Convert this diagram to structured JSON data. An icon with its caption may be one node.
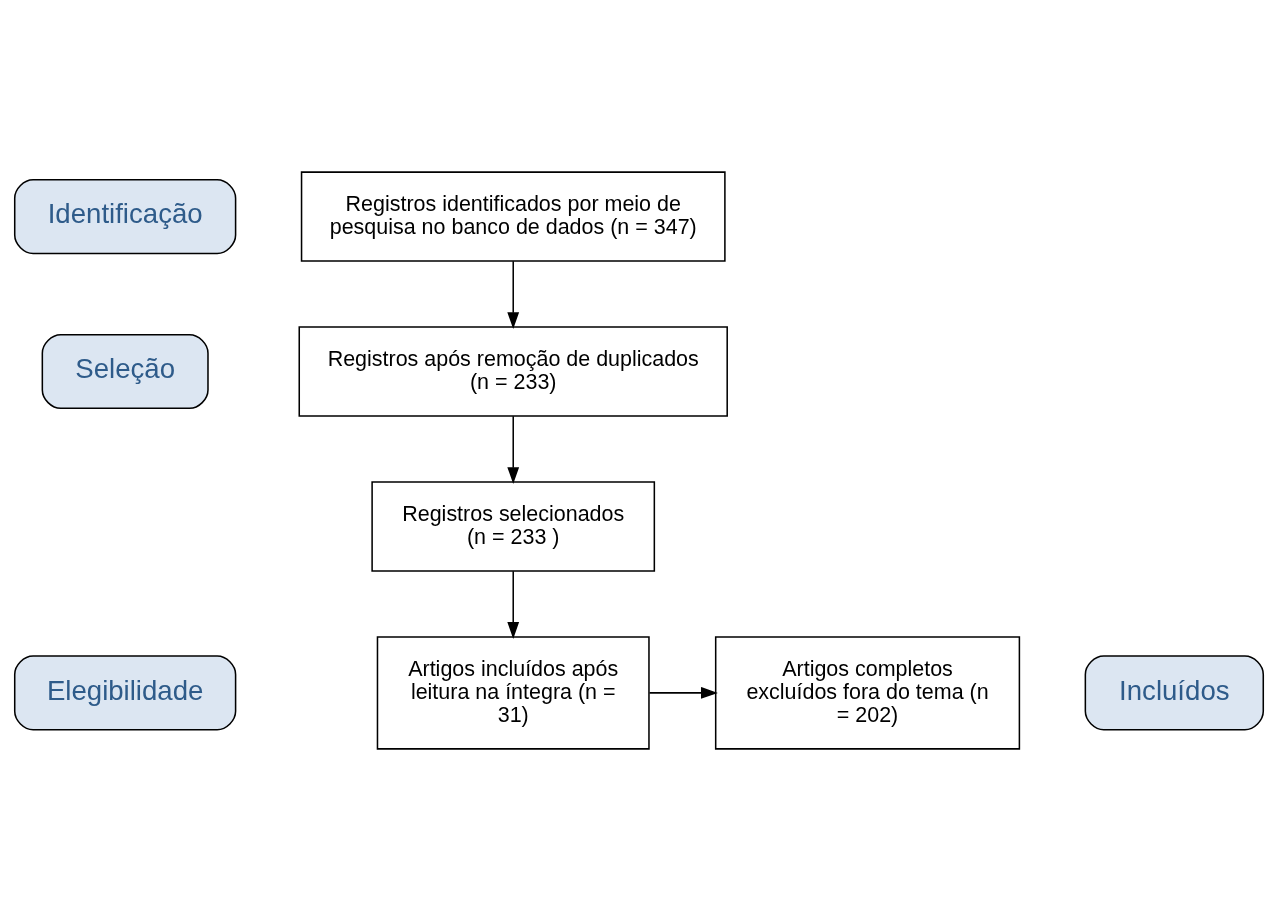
{
  "diagram": {
    "nodes": [
      {
        "text": [
          "Identificação"
        ]
      },
      {
        "text": [
          "Registros identificados por meio de pesquisa no banco de dados (n = 347)"
        ]
      },
      {
        "text": [
          "Seleção"
        ]
      },
      {
        "text": [
          "Registros após remoção de duplicados (n = 233)"
        ]
      },
      {
        "text": [
          "Registros selecionados (n = 233 )"
        ]
      },
      {
        "text": [
          "Elegibilidade"
        ]
      },
      {
        "text": [
          "Incluídos"
        ]
      },
      {
        "text": [
          "Artigos incluídos após leitura na íntegra (n = 31)"
        ]
      },
      {
        "text": [
          "Artigos completos excluídos fora do tema (n = 202)"
        ]
      }
    ],
    "edges": [
      {
        "from": 1,
        "to": 3,
        "arrow": "to"
      },
      {
        "from": 3,
        "to": 4,
        "arrow": "to"
      },
      {
        "from": 4,
        "to": 7,
        "arrow": "to"
      },
      {
        "from": 7,
        "to": 8,
        "arrow": "to"
      }
    ]
  }
}
